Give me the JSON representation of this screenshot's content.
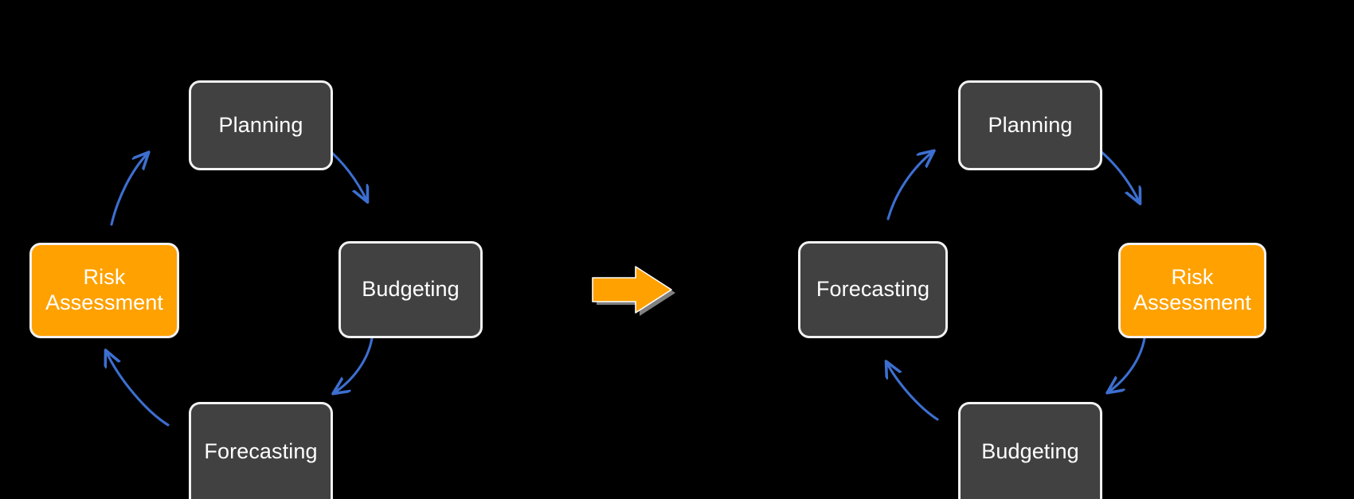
{
  "diagram": {
    "type": "cycle-transformation",
    "title": "",
    "background_color": "#000000",
    "node_colors": {
      "default": "#414141",
      "highlight": "#FFA100",
      "border": "#F2F2F2",
      "text": "#FFFFFF"
    },
    "arrow_colors": {
      "cycle_arrow": "#3D6FD0",
      "transition_arrow_fill": "#FFA100",
      "transition_arrow_shadow": "#808080"
    },
    "left_cycle": {
      "name": "before-cycle",
      "direction": "clockwise",
      "highlighted_node": "Risk Assessment",
      "highlighted_position": "left",
      "nodes": [
        {
          "id": "planning",
          "label": "Planning",
          "position": "top",
          "style": "default"
        },
        {
          "id": "budgeting",
          "label": "Budgeting",
          "position": "right",
          "style": "default"
        },
        {
          "id": "forecasting",
          "label": "Forecasting",
          "position": "bottom",
          "style": "default"
        },
        {
          "id": "risk",
          "label": "Risk\nAssessment",
          "label_line1": "Risk",
          "label_line2": "Assessment",
          "position": "left",
          "style": "highlight"
        }
      ],
      "edges": [
        {
          "from": "planning",
          "to": "budgeting"
        },
        {
          "from": "budgeting",
          "to": "forecasting"
        },
        {
          "from": "forecasting",
          "to": "risk"
        },
        {
          "from": "risk",
          "to": "planning"
        }
      ]
    },
    "transition": {
      "name": "transition-arrow",
      "icon": "right-block-arrow-icon",
      "label": ""
    },
    "right_cycle": {
      "name": "after-cycle",
      "direction": "clockwise",
      "highlighted_node": "Risk Assessment",
      "highlighted_position": "right",
      "nodes": [
        {
          "id": "planning",
          "label": "Planning",
          "position": "top",
          "style": "default"
        },
        {
          "id": "risk",
          "label": "Risk\nAssessment",
          "label_line1": "Risk",
          "label_line2": "Assessment",
          "position": "right",
          "style": "highlight"
        },
        {
          "id": "budgeting",
          "label": "Budgeting",
          "position": "bottom",
          "style": "default"
        },
        {
          "id": "forecasting",
          "label": "Forecasting",
          "position": "left",
          "style": "default"
        }
      ],
      "edges": [
        {
          "from": "planning",
          "to": "risk"
        },
        {
          "from": "risk",
          "to": "budgeting"
        },
        {
          "from": "budgeting",
          "to": "forecasting"
        },
        {
          "from": "forecasting",
          "to": "planning"
        }
      ]
    }
  }
}
